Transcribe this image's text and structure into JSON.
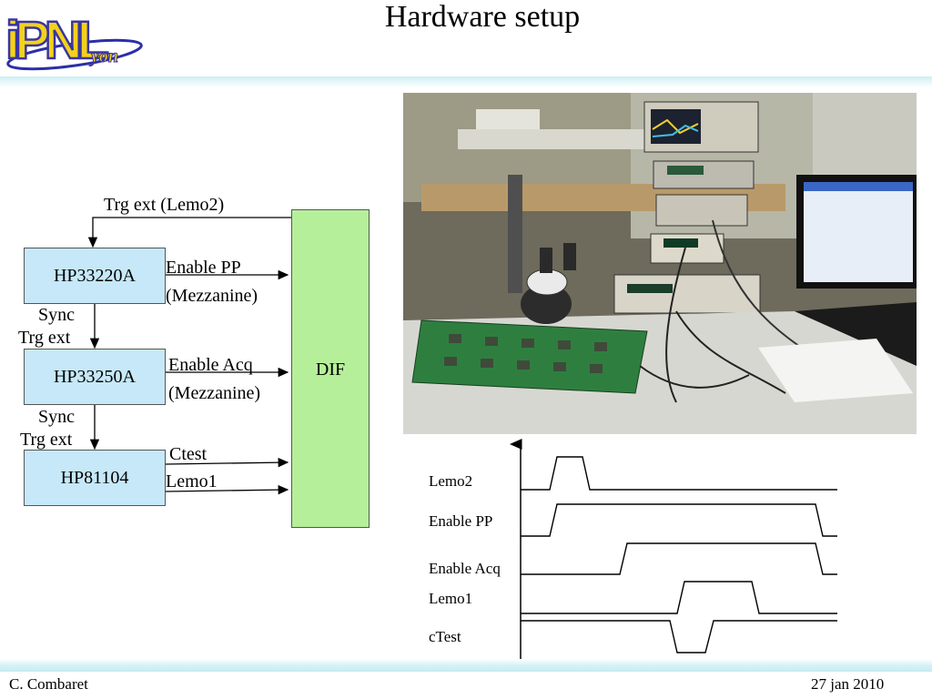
{
  "slide": {
    "title": "Hardware setup",
    "footer_left": "C. Combaret",
    "footer_right": "27 jan 2010"
  },
  "logo": {
    "name": "IPNLyon logo"
  },
  "block_diagram": {
    "blocks": {
      "hp33220a": "HP33220A",
      "hp33250a": "HP33250A",
      "hp81104": "HP81104",
      "dif": "DIF"
    },
    "labels": {
      "trg_ext_lemo2": "Trg ext (Lemo2)",
      "enable_pp": "Enable PP",
      "mezzanine_1": "(Mezzanine)",
      "enable_acq": "Enable Acq",
      "mezzanine_2": "(Mezzanine)",
      "sync_1": "Sync",
      "trg_ext_1": "Trg ext",
      "sync_2": "Sync",
      "trg_ext_2": "Trg ext",
      "ctest": "Ctest",
      "lemo1": "Lemo1"
    },
    "block_fill": "#c6e8f8",
    "dif_fill": "#b6ef9a"
  },
  "photo": {
    "name": "lab bench photo"
  },
  "timing_diagram": {
    "signals": [
      {
        "name": "Lemo2"
      },
      {
        "name": "Enable PP"
      },
      {
        "name": "Enable Acq"
      },
      {
        "name": "Lemo1"
      },
      {
        "name": "cTest"
      }
    ]
  }
}
